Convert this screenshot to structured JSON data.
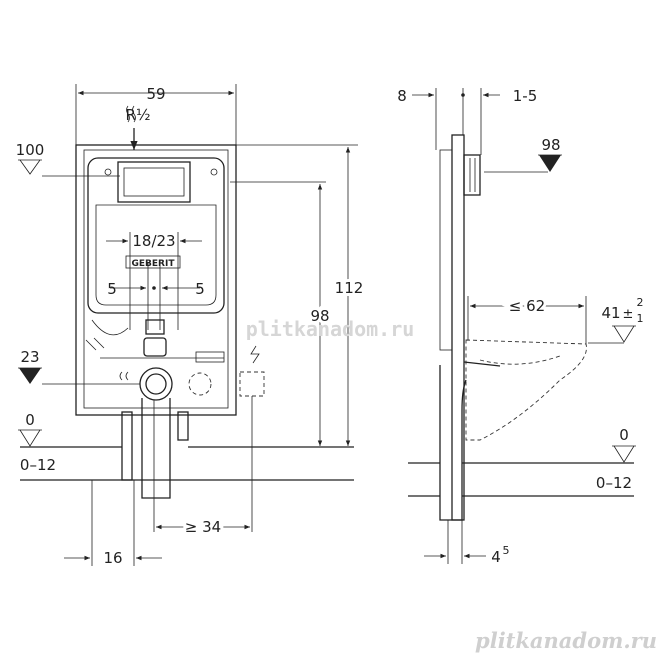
{
  "front_view": {
    "width": "59",
    "pipe_thread": "R½",
    "height_top_mark": "100",
    "frame_height": "112",
    "cistern_height": "98",
    "button_spacing": "18/23",
    "offset_left": "5",
    "offset_right": "5",
    "drain_height": "23",
    "floor_level": "0",
    "floor_range": "0–12",
    "min_distance": "≥ 34",
    "leg_spacing": "16"
  },
  "side_view": {
    "depth_left": "8",
    "depth_range": "1-5",
    "height_mark": "98",
    "depth_max": "≤ 62",
    "seat_height": "41",
    "seat_tolerance_top": "±",
    "seat_tolerance_sup": "2",
    "seat_tolerance_sub": "1",
    "floor_level": "0",
    "floor_range": "0–12",
    "bottom_offset": "4",
    "bottom_offset_sup": "5"
  },
  "brand_label": "GEBERIT",
  "watermark_center": "plitkanadom.ru",
  "watermark_corner": "plitkanadom.ru"
}
